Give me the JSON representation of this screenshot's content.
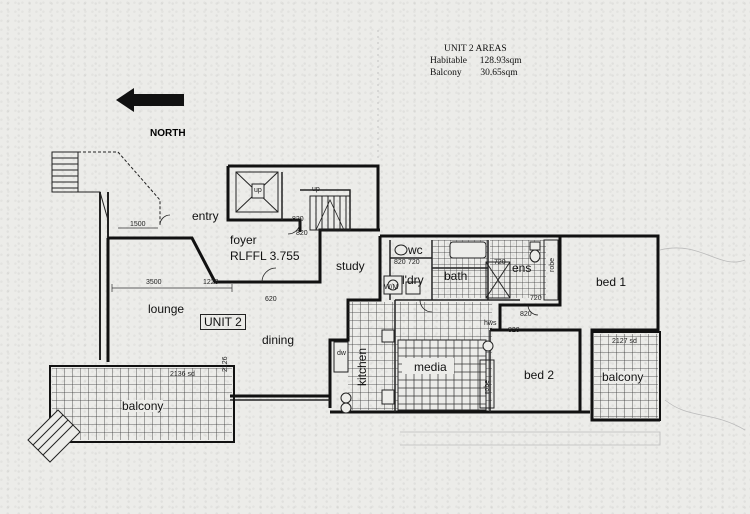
{
  "areas": {
    "title": "UNIT 2 AREAS",
    "habitable_label": "Habitable",
    "habitable_value": "128.93sqm",
    "balcony_label": "Balcony",
    "balcony_value": "30.65sqm"
  },
  "compass": {
    "label": "NORTH"
  },
  "rooms": {
    "entry": "entry",
    "foyer": "foyer",
    "rlffl": "RLFFL 3.755",
    "study": "study",
    "wc": "wc",
    "bath": "bath",
    "ens": "ens",
    "ldry": "l'dry",
    "bed1": "bed 1",
    "lounge": "lounge",
    "unit": "UNIT 2",
    "dining": "dining",
    "kitchen": "kitchen",
    "media": "media",
    "bed2": "bed 2",
    "balcony_right": "balcony",
    "balcony_left": "balcony"
  },
  "dims": {
    "d1": "1500",
    "d2": "820",
    "d3": "820",
    "d4": "720",
    "d5": "3500",
    "d6": "1220",
    "d7": "620",
    "d8": "720",
    "d9": "720",
    "d10": "820",
    "d11": "820",
    "d12": "2127 sd",
    "d13": "2136 sd",
    "d14": "2126",
    "d15": "hws",
    "d16": "robe",
    "d17": "robe",
    "d18": "dw",
    "d19": "up",
    "d20": "up",
    "d21": "820",
    "d22": "W/M"
  }
}
